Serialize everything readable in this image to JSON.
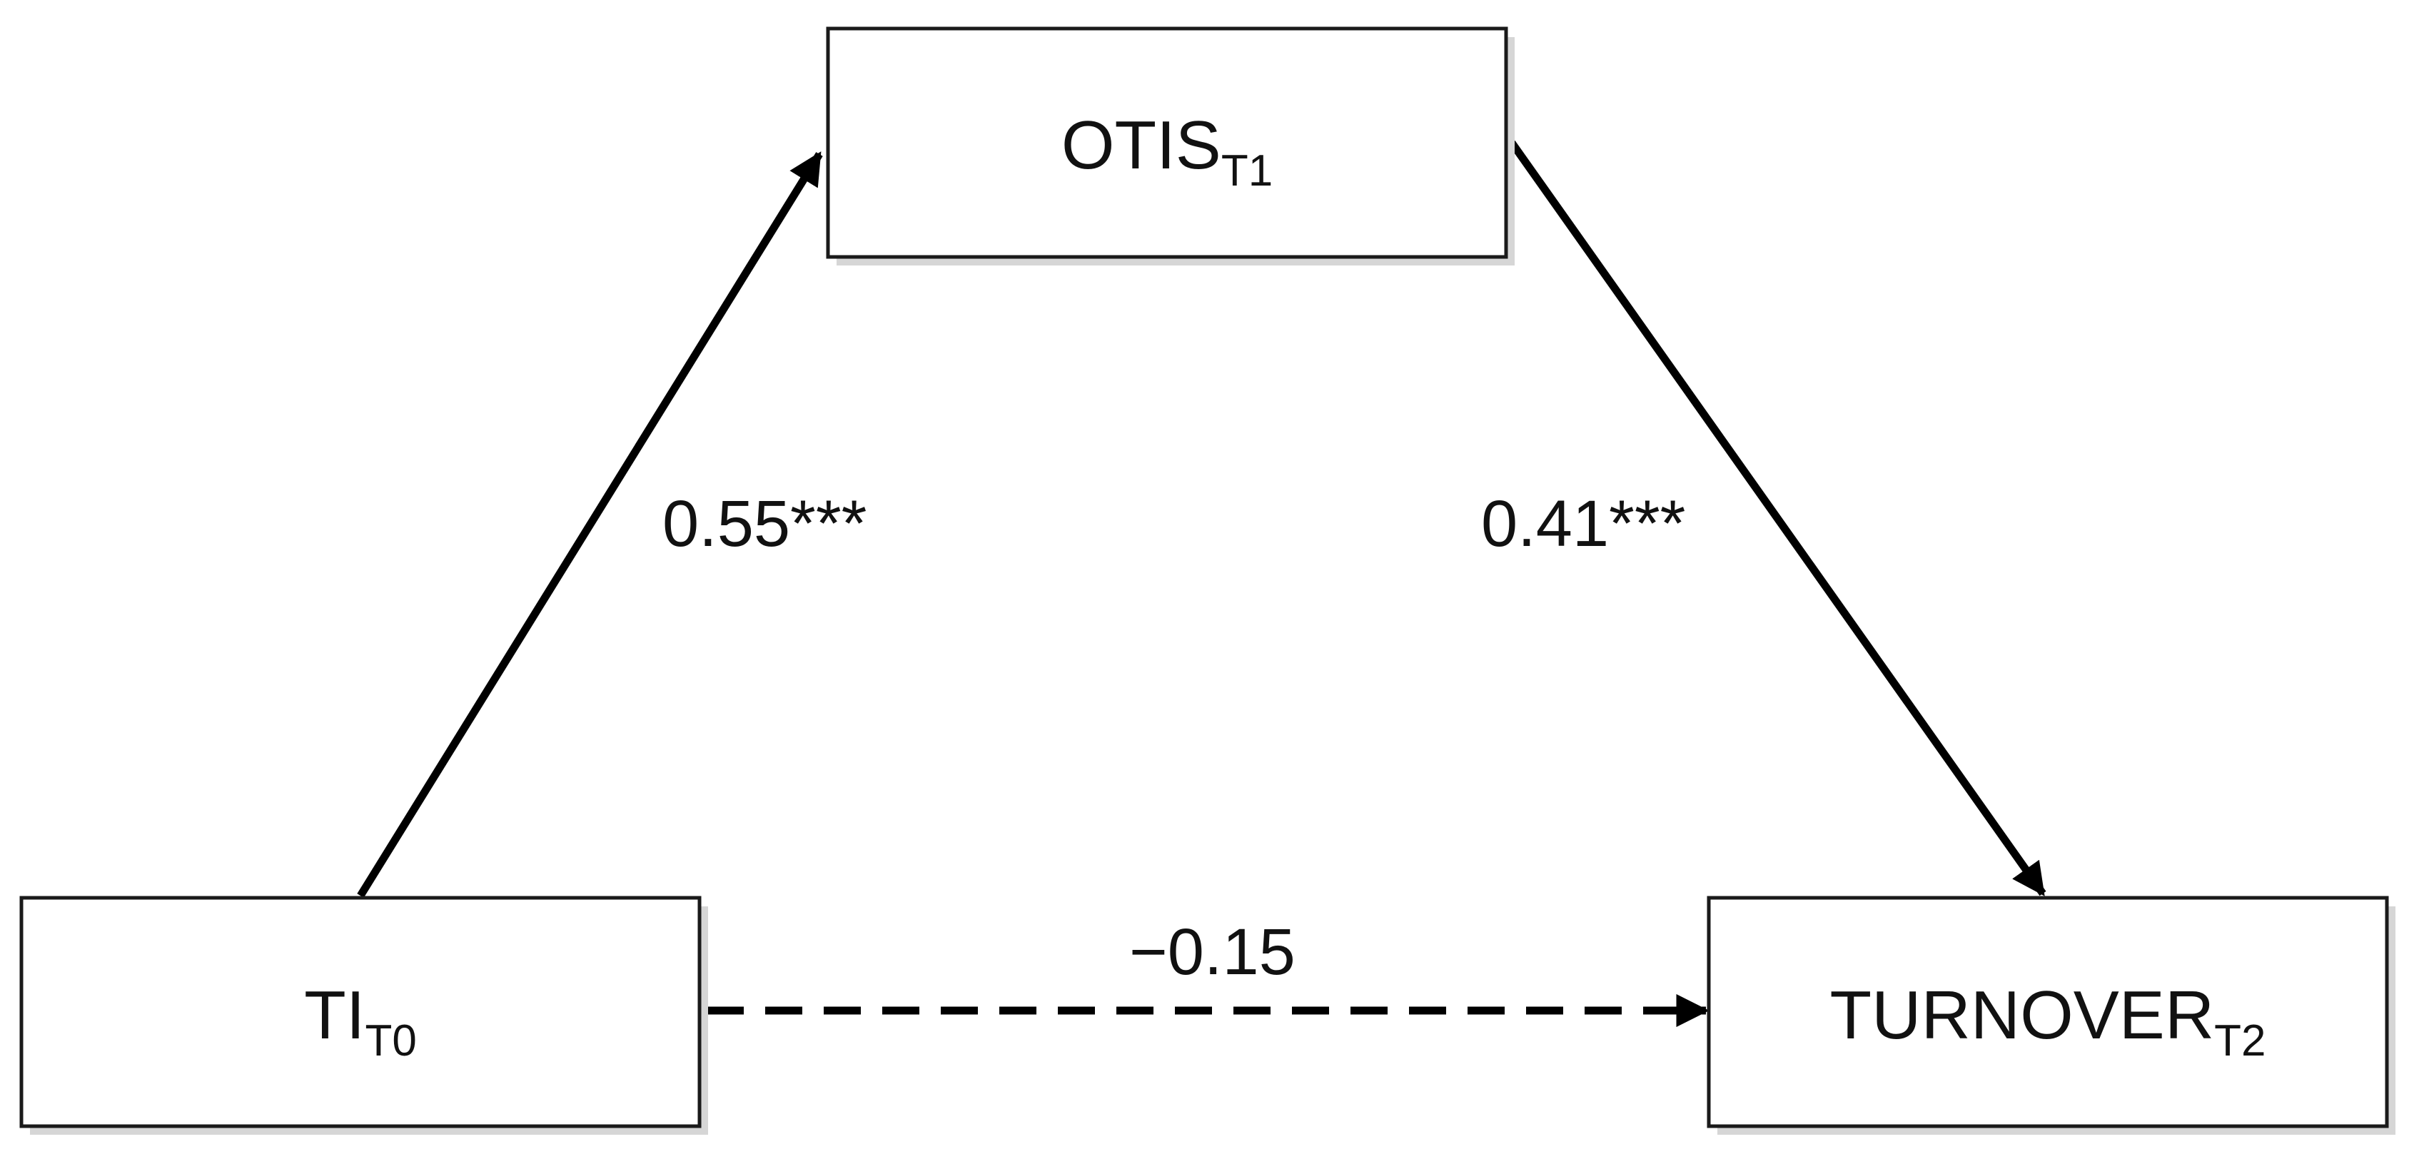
{
  "nodes": {
    "otis": {
      "main": "OTIS",
      "sub": "T1"
    },
    "ti": {
      "main": "TI",
      "sub": "T0"
    },
    "turnover": {
      "main": "TURNOVER",
      "sub": "T2"
    }
  },
  "edges": {
    "ti_to_otis": {
      "label": "0.55***",
      "style": "solid"
    },
    "otis_to_turnover": {
      "label": "0.41***",
      "style": "solid"
    },
    "ti_to_turnover": {
      "label": "−0.15",
      "style": "dashed"
    }
  },
  "colors": {
    "line": "#000000",
    "box_border": "#1a1a1a",
    "box_fill": "#ffffff",
    "shadow": "#d6d6d6",
    "text": "#111111"
  }
}
